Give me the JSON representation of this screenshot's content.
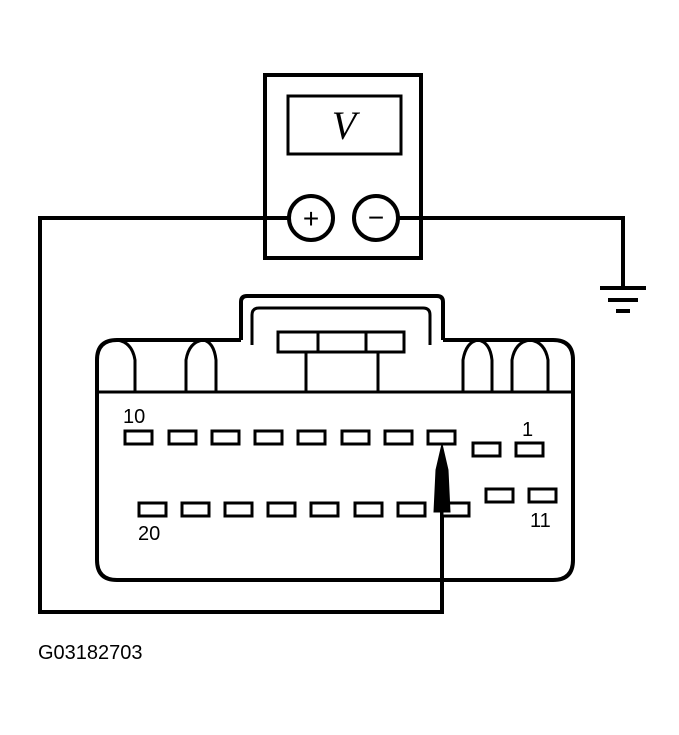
{
  "meter": {
    "display_symbol": "V",
    "positive_symbol": "+",
    "negative_symbol": "−"
  },
  "connector": {
    "pin_labels": {
      "top_left": "10",
      "top_right": "1",
      "bottom_left": "20",
      "bottom_right": "11"
    }
  },
  "figure_code": "G03182703"
}
